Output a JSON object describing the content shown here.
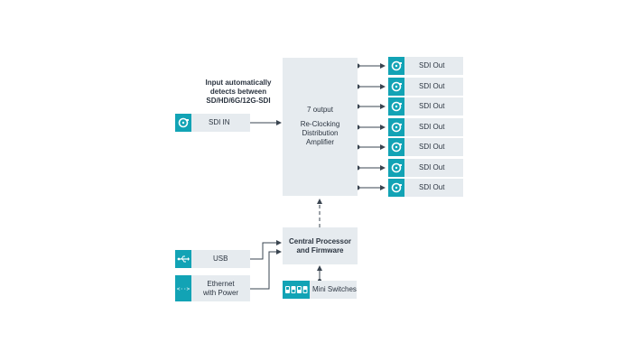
{
  "note_lines": [
    "Input automatically",
    "detects between",
    "SD/HD/6G/12G-SDI"
  ],
  "sdi_in_label": "SDI IN",
  "amplifier_lines": [
    "7 output",
    "",
    "Re-Clocking",
    "Distribution",
    "Amplifier"
  ],
  "outputs": [
    "SDI Out",
    "SDI Out",
    "SDI Out",
    "SDI Out",
    "SDI Out",
    "SDI Out",
    "SDI Out"
  ],
  "processor_lines": [
    "Central Processor",
    "and Firmware"
  ],
  "usb_label": "USB",
  "ethernet_lines": [
    "Ethernet",
    "with Power"
  ],
  "mini_switches_label": "Mini Switches",
  "colors": {
    "accent": "#12a3b5",
    "box": "#e6ebef",
    "line": "#3a4550",
    "text": "#2b3440"
  },
  "icons": {
    "sdi": "bnc-connector-icon",
    "usb": "usb-icon",
    "ethernet": "ethernet-icon",
    "switches": "dip-switch-icon"
  }
}
